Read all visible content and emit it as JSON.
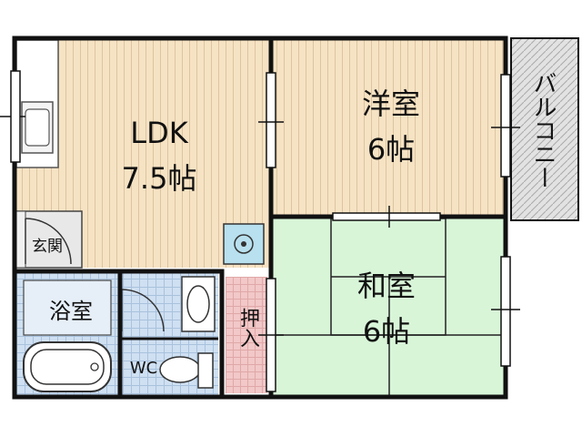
{
  "rooms": {
    "ldk": {
      "name": "LDK",
      "size": "7.5帖"
    },
    "western": {
      "name": "洋室",
      "size": "6帖"
    },
    "japanese": {
      "name": "和室",
      "size": "6帖"
    },
    "bath": {
      "name": "浴室"
    },
    "entrance": {
      "name": "玄関"
    },
    "wc": {
      "name": "WC"
    },
    "closet": {
      "name": "押入"
    },
    "balcony": {
      "name": "バルコニー"
    }
  },
  "colors": {
    "wood": "#f6e3c4",
    "wood_line": "#dcc4a0",
    "tatami": "#d8f5d8",
    "tile": "#cfe0f2",
    "closet": "#f2c8c8",
    "balcony": "#e2e2e2",
    "wall": "#111111"
  }
}
